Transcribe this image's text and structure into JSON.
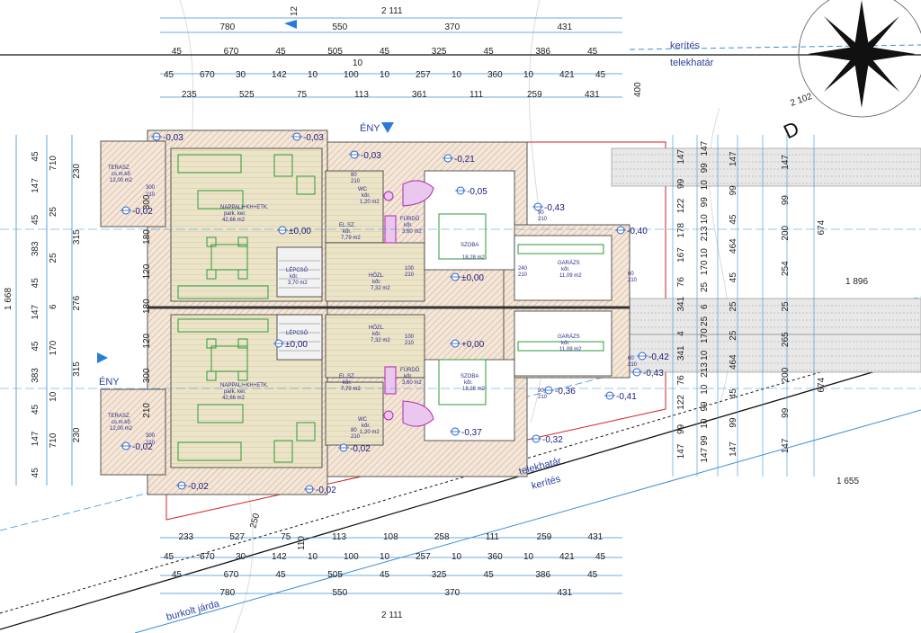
{
  "labels": {
    "kerites_top": "kerítés",
    "telekhatar_top": "telekhatár",
    "telekhatar_bottom": "telekhatár",
    "kerites_bottom": "kerítés",
    "burkolt_jarda": "burkolt járda",
    "eny_top": "ÉNY",
    "eny_left": "ÉNY",
    "north": "D",
    "scale_12": "12"
  },
  "totals": {
    "top": "2 111",
    "bottom": "2 111",
    "right_len": "1 896",
    "right_bottom": "1 655",
    "slant": "2 102",
    "left_vertical": "1 668",
    "dim_400": "400",
    "dim_250": "250",
    "dim_110": "110"
  },
  "top_dims": {
    "row1": [
      "780",
      "550",
      "370",
      "431"
    ],
    "row2": [
      "45",
      "670",
      "45",
      "505",
      "45",
      "325",
      "45",
      "386",
      "45"
    ],
    "row3": [
      "45",
      "670",
      "30",
      "142",
      "10",
      "100",
      "10",
      "257",
      "10",
      "360",
      "10",
      "421",
      "45"
    ],
    "row3_sub": "10",
    "row4": [
      "235",
      "525",
      "75",
      "113",
      "361",
      "111",
      "259",
      "431"
    ]
  },
  "bottom_dims": {
    "row1": [
      "233",
      "527",
      "75",
      "113",
      "108",
      "258",
      "111",
      "259",
      "431"
    ],
    "row2": [
      "45",
      "670",
      "30",
      "142",
      "10",
      "100",
      "10",
      "257",
      "10",
      "360",
      "10",
      "421",
      "45"
    ],
    "row3": [
      "45",
      "670",
      "45",
      "505",
      "45",
      "325",
      "45",
      "386",
      "45"
    ],
    "row4": [
      "780",
      "550",
      "370",
      "431"
    ]
  },
  "left_dims": {
    "outer": [
      "45",
      "147",
      "45",
      "383",
      "45",
      "147",
      "45",
      "383",
      "45",
      "147",
      "45"
    ],
    "mid": [
      "230",
      "315",
      "276",
      "315",
      "230"
    ],
    "inner": [
      "710",
      "25",
      "25",
      "6",
      "170",
      "10",
      "710"
    ],
    "terrace": [
      "300",
      "180",
      "120",
      "180",
      "120",
      "300",
      "210"
    ]
  },
  "right_dims": {
    "col1": [
      "147",
      "99",
      "122",
      "178",
      "167",
      "76",
      "341",
      "4",
      "341",
      "76",
      "122",
      "99",
      "147"
    ],
    "col2": [
      "147",
      "99",
      "10",
      "99",
      "10",
      "213",
      "10",
      "170",
      "25",
      "6",
      "25",
      "170",
      "10",
      "213",
      "10",
      "99",
      "10",
      "99",
      "147"
    ],
    "col3": [
      "147",
      "99",
      "45",
      "464",
      "45",
      "25",
      "25",
      "464",
      "45",
      "99",
      "147"
    ],
    "col4": [
      "147",
      "99",
      "200",
      "254",
      "25",
      "265",
      "200",
      "99",
      "147"
    ],
    "col5": [
      "674",
      "674"
    ]
  },
  "rooms": {
    "terasz_top": {
      "name": "TERASZ",
      "sub": "cs.m.kő",
      "area": "12,00 m2",
      "w": "300",
      "h": "210"
    },
    "terasz_bottom": {
      "name": "TERASZ",
      "sub": "cs.m.kő",
      "area": "12,00 m2",
      "w": "300",
      "h": "210"
    },
    "nappali_top": {
      "name": "NAPPALI+KH+ETK.",
      "sub": "park. ker.",
      "area": "42,66 m2"
    },
    "nappali_bottom": {
      "name": "NAPPALI+KH+ETK.",
      "sub": "park. ker.",
      "area": "42,66 m2"
    },
    "lepcso_top": {
      "name": "LÉPCSŐ",
      "sub": "kőr.",
      "area": "3,70 m2"
    },
    "lepcso_bottom": {
      "name": "LÉPCSŐ",
      "sub": "",
      "area": ""
    },
    "eloszoba_top": {
      "name": "EL.SZ.",
      "sub": "kőr.",
      "area": "7,79 m2"
    },
    "eloszoba_bottom": {
      "name": "EL.SZ.",
      "sub": "kőr.",
      "area": "7,79 m2"
    },
    "wc_top": {
      "name": "WC",
      "sub": "kőr.",
      "area": "1,20 m2"
    },
    "wc_bottom": {
      "name": "WC",
      "sub": "kőr.",
      "area": "1,20 m2"
    },
    "furdo_top": {
      "name": "FÜRDŐ",
      "sub": "kőr.",
      "area": "3,60 m2"
    },
    "furdo_bottom": {
      "name": "FÜRDŐ",
      "sub": "kőr.",
      "area": "3,60 m2"
    },
    "hozl_top": {
      "name": "HÖZL.",
      "sub": "kőr.",
      "area": "7,32 m2"
    },
    "hozl_bottom": {
      "name": "HÖZL.",
      "sub": "kőr.",
      "area": "7,32 m2"
    },
    "szoba_top": {
      "name": "SZOBA",
      "sub": "",
      "area": "18,28 m2"
    },
    "szoba_bottom": {
      "name": "SZOBA",
      "sub": "kőr.",
      "area": "18,28 m2"
    },
    "garazs_top": {
      "name": "GARÁZS",
      "sub": "kőr.",
      "area": "11,09 m2"
    },
    "garazs_bottom": {
      "name": "GARÁZS",
      "sub": "kőr.",
      "area": "11,09 m2"
    }
  },
  "levels": {
    "l1": "-0,03",
    "l2": "-0,03",
    "l3": "-0,03",
    "l4": "-0,21",
    "l5": "-0,05",
    "l6": "-0,02",
    "l7": "±0,00",
    "l8": "-0,43",
    "l9": "-0,40",
    "l10": "±0,00",
    "l11": "+0,00",
    "l12": "±0,00",
    "l13": "-0,42",
    "l14": "-0,43",
    "l15": "-0,36",
    "l16": "-0,41",
    "l17": "-0,02",
    "l18": "-0,37",
    "l19": "-0,32",
    "l20": "-0,02",
    "l21": "-0,02",
    "l22": "-0,02"
  },
  "door_dims": [
    "80",
    "210",
    "100",
    "210",
    "90",
    "210",
    "60",
    "210",
    "80",
    "210",
    "100",
    "210",
    "90",
    "210",
    "60",
    "210",
    "240",
    "210"
  ],
  "colors": {
    "dim_line": "#3b8fd6",
    "wall_fill": "#f0d9c4",
    "floor_fill": "#e9e2c6",
    "hatch": "#c8a98a",
    "terrace_fill": "#f5dcc6",
    "furniture": "#2e9a3a",
    "red_boundary": "#d32020",
    "level_marker": "#2a62c9",
    "text_blue": "#2b3f9e",
    "sanitary": "#b02ab0"
  }
}
